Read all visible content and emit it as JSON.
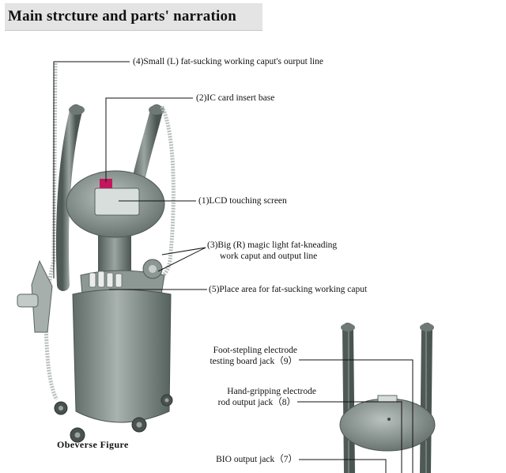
{
  "header": {
    "title": "Main strcture and  parts' narration"
  },
  "caption": "Obeverse  Figure",
  "callouts": {
    "c4": "(4)Small (L) fat-sucking  working caput's ourput line",
    "c2": "(2)IC card  insert base",
    "c1": "(1)LCD touching screen",
    "c3a": "(3)Big (R) magic light fat-kneading",
    "c3b": "work caput and output line",
    "c5": "(5)Place area  for  fat-sucking working caput"
  },
  "jacks": {
    "j9a": "Foot-stepling electrode",
    "j9b": "testing board jack（9）",
    "j8a": "Hand-gripping electrode",
    "j8b": "rod output jack（8）",
    "j7": "BIO output jack（7）"
  },
  "colors": {
    "header_bg": "#e4e4e4",
    "machine_body": "#7e8a86",
    "screen_accent": "#c2185b"
  }
}
